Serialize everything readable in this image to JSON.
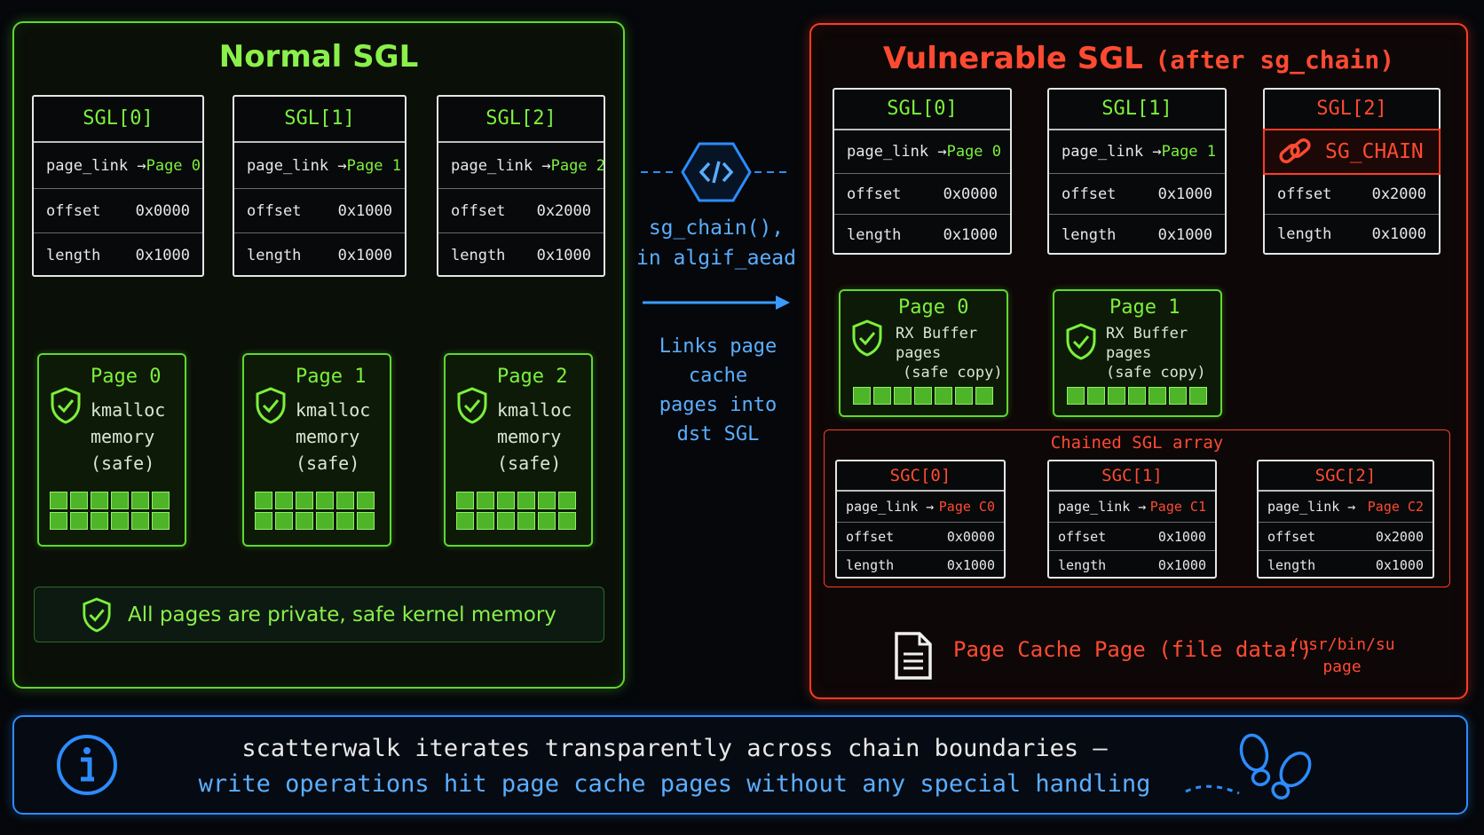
{
  "normal": {
    "title": "Normal SGL",
    "sgls": [
      {
        "header": "SGL[0]",
        "page_link_label": "page_link →",
        "page_ref": "Page 0",
        "offset_label": "offset",
        "offset": "0x0000",
        "length_label": "length",
        "length": "0x1000"
      },
      {
        "header": "SGL[1]",
        "page_link_label": "page_link →",
        "page_ref": "Page 1",
        "offset_label": "offset",
        "offset": "0x1000",
        "length_label": "length",
        "length": "0x1000"
      },
      {
        "header": "SGL[2]",
        "page_link_label": "page_link →",
        "page_ref": "Page 2",
        "offset_label": "offset",
        "offset": "0x2000",
        "length_label": "length",
        "length": "0x1000"
      }
    ],
    "pages": [
      {
        "title": "Page 0",
        "line1": "kmalloc",
        "line2": "memory",
        "line3": "(safe)"
      },
      {
        "title": "Page 1",
        "line1": "kmalloc",
        "line2": "memory",
        "line3": "(safe)"
      },
      {
        "title": "Page 2",
        "line1": "kmalloc",
        "line2": "memory",
        "line3": "(safe)"
      }
    ],
    "footer": "All pages are private, safe kernel memory"
  },
  "middle": {
    "call_line1": "sg_chain(),",
    "call_line2": "in algif_aead",
    "desc_line1": "Links page cache",
    "desc_line2": "pages into",
    "desc_line3": "dst SGL"
  },
  "vuln": {
    "title": "Vulnerable SGL",
    "subtitle": "(after sg_chain)",
    "sgls": [
      {
        "header": "SGL[0]",
        "page_link_label": "page_link →",
        "page_ref": "Page 0",
        "offset_label": "offset",
        "offset": "0x0000",
        "length_label": "length",
        "length": "0x1000"
      },
      {
        "header": "SGL[1]",
        "page_link_label": "page_link →",
        "page_ref": "Page 1",
        "offset_label": "offset",
        "offset": "0x1000",
        "length_label": "length",
        "length": "0x1000"
      }
    ],
    "chain_sgl": {
      "header": "SGL[2]",
      "chain_label": "SG_CHAIN",
      "offset_label": "offset",
      "offset": "0x2000",
      "length_label": "length",
      "length": "0x1000"
    },
    "pages": [
      {
        "title": "Page 0",
        "line1": "RX Buffer",
        "line2": "pages",
        "line3": "(safe copy)"
      },
      {
        "title": "Page 1",
        "line1": "RX Buffer",
        "line2": "pages",
        "line3": "(safe copy)"
      }
    ],
    "chained_title": "Chained SGL array",
    "sgcs": [
      {
        "header": "SGC[0]",
        "page_link_label": "page_link →",
        "page_ref": "Page C0",
        "offset_label": "offset",
        "offset": "0x0000",
        "length_label": "length",
        "length": "0x1000"
      },
      {
        "header": "SGC[1]",
        "page_link_label": "page_link →",
        "page_ref": "Page C1",
        "offset_label": "offset",
        "offset": "0x1000",
        "length_label": "length",
        "length": "0x1000"
      },
      {
        "header": "SGC[2]",
        "page_link_label": "page_link →",
        "page_ref": "Page C2",
        "offset_label": "offset",
        "offset": "0x2000",
        "length_label": "length",
        "length": "0x1000"
      }
    ],
    "cache_page": {
      "label": "Page Cache Page (file data!)",
      "path_line1": "/usr/bin/su",
      "path_line2": "page"
    }
  },
  "info": {
    "line1": "scatterwalk iterates transparently across chain boundaries —",
    "line2": "write operations hit page cache pages without any special handling"
  },
  "colors": {
    "safe": "#5fd82e",
    "danger": "#ff3b24",
    "info": "#2c8cff"
  }
}
